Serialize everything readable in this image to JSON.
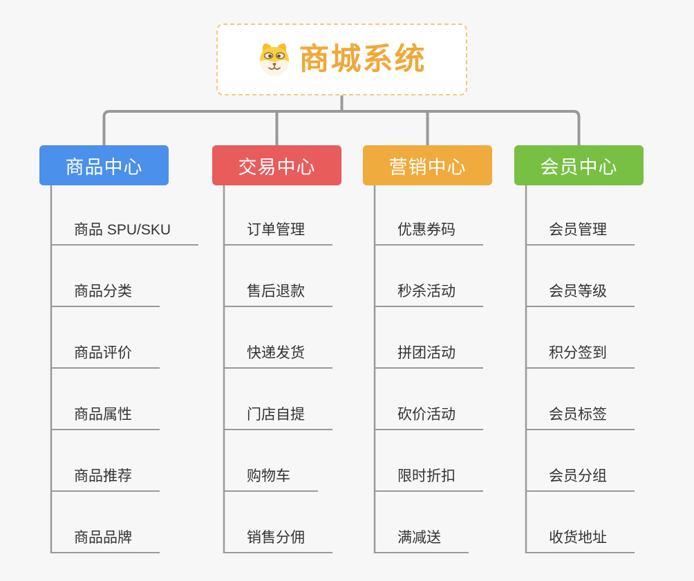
{
  "root": {
    "title": "商城系统",
    "icon": "dog-face-icon"
  },
  "colors": {
    "background": "#F7F7F7",
    "connector": "#999999",
    "leaf_text": "#333333",
    "leaf_underline": "#999999",
    "root_text": "#F0A83A",
    "root_border": "#F6C77C",
    "icon_yellow": "#FBD041",
    "icon_cream": "#FDF6E7",
    "icon_brown": "#9C6B2F"
  },
  "branches": [
    {
      "label": "商品中心",
      "color": "#4B90EA",
      "items": [
        "商品 SPU/SKU",
        "商品分类",
        "商品评价",
        "商品属性",
        "商品推荐",
        "商品品牌"
      ]
    },
    {
      "label": "交易中心",
      "color": "#E85C5C",
      "items": [
        "订单管理",
        "售后退款",
        "快递发货",
        "门店自提",
        "购物车",
        "销售分佣"
      ]
    },
    {
      "label": "营销中心",
      "color": "#EFAB3D",
      "items": [
        "优惠券码",
        "秒杀活动",
        "拼团活动",
        "砍价活动",
        "限时折扣",
        "满减送"
      ]
    },
    {
      "label": "会员中心",
      "color": "#77C043",
      "items": [
        "会员管理",
        "会员等级",
        "积分签到",
        "会员标签",
        "会员分组",
        "收货地址"
      ]
    }
  ]
}
